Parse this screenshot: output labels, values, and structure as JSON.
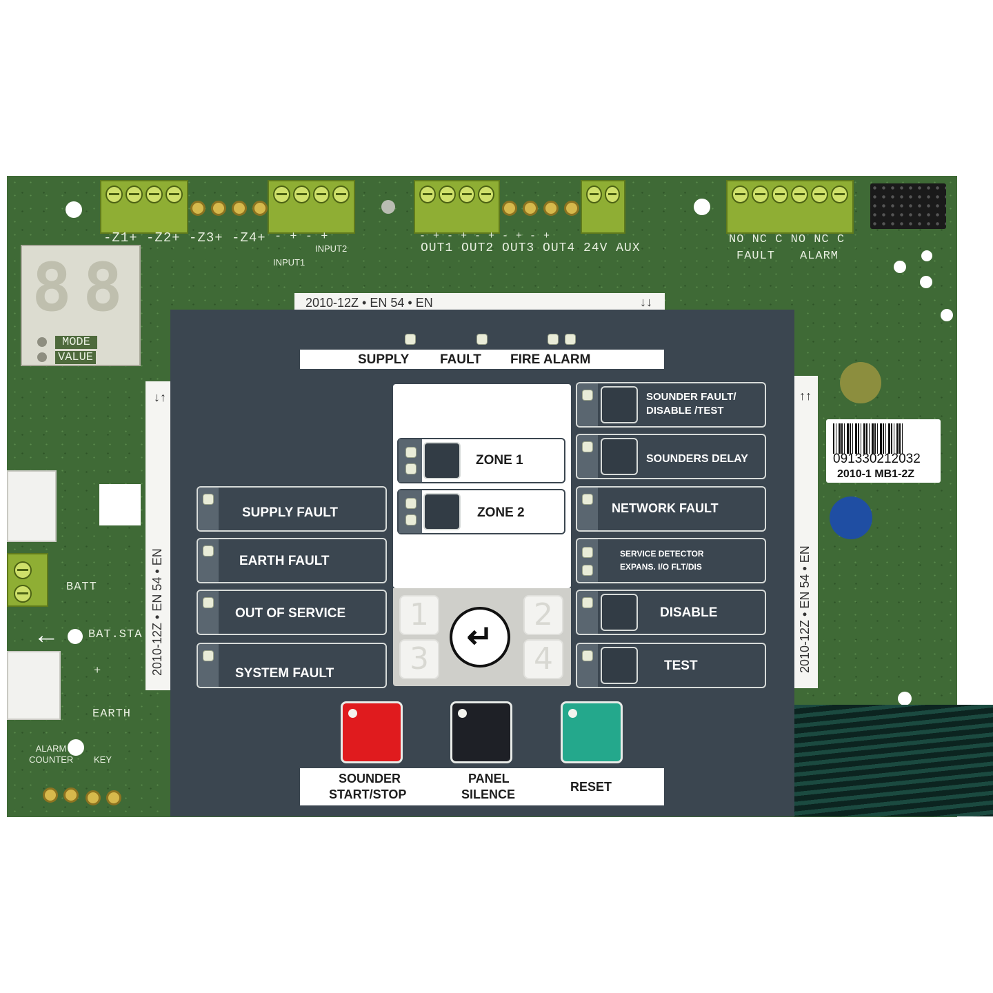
{
  "terminals": {
    "zone_labels": "-Z1+ -Z2+ -Z3+ -Z4+",
    "input_labels": "-  +  -  +",
    "input1": "INPUT1",
    "input2": "INPUT2",
    "out_signs": "-   +  -   +  -   +  -   +  -   +",
    "out_labels": "OUT1 OUT2 OUT3 OUT4 24V  AUX",
    "relay_labels": "NO NC  C  NO NC  C",
    "fault": "FAULT",
    "alarm": "ALARM"
  },
  "display": {
    "digits": [
      "8",
      "8"
    ],
    "mode": "MODE",
    "value": "VALUE"
  },
  "left_edge": {
    "batt": "BATT",
    "bat_sta": "BAT.STA",
    "earth": "EARTH",
    "alarm_counter": "ALARM COUNTER",
    "key": "KEY",
    "plus": "+",
    "minus": "-"
  },
  "labels": {
    "top": "2010-12Z • EN 54 • EN",
    "top_arrows": "↓↓",
    "left": "2010-12Z • EN 54 • EN",
    "right": "2010-12Z • EN 54 • EN",
    "left_arrows": "↓↑",
    "right_arrows": "↑↑"
  },
  "barcode": {
    "serial": "091330212032",
    "model": "2010-1 MB1-2Z"
  },
  "status_strip": {
    "supply": "SUPPLY",
    "fault": "FAULT",
    "fire_alarm": "FIRE ALARM"
  },
  "left_keys": [
    "SUPPLY FAULT",
    "EARTH FAULT",
    "OUT OF SERVICE",
    "SYSTEM FAULT"
  ],
  "zones": [
    "ZONE 1",
    "ZONE 2"
  ],
  "nav_keys": [
    "1",
    "2",
    "3",
    "4"
  ],
  "enter_symbol": "↵",
  "right_keys": {
    "sounder_fault_1": "SOUNDER FAULT/",
    "sounder_fault_2": "DISABLE /TEST",
    "sounders_delay": "SOUNDERS DELAY",
    "network_fault": "NETWORK FAULT",
    "service_1": "SERVICE DETECTOR",
    "service_2": "EXPANS. I/O FLT/DIS",
    "disable": "DISABLE",
    "test": "TEST"
  },
  "bottom_buttons": {
    "sounder_1": "SOUNDER",
    "sounder_2": "START/STOP",
    "silence_1": "PANEL",
    "silence_2": "SILENCE",
    "reset": "RESET"
  },
  "colors": {
    "sounder_button": "#e01b1e",
    "silence_button": "#1e2026",
    "reset_button": "#24a88c",
    "panel": "#3b4650",
    "pcb": "#3f6a36"
  }
}
